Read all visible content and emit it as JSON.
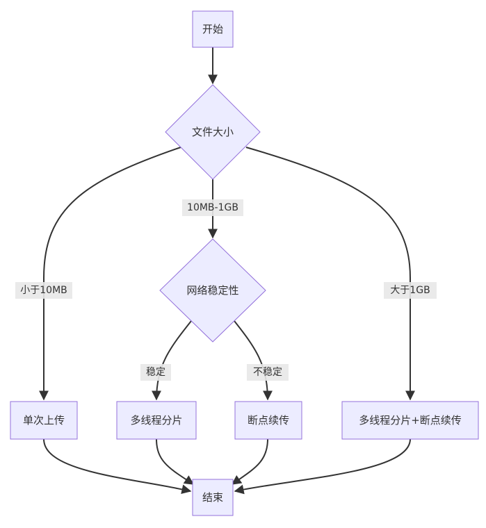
{
  "nodes": {
    "start": "开始",
    "file_size": "文件大小",
    "network": "网络稳定性",
    "single_upload": "单次上传",
    "multithread": "多线程分片",
    "resume": "断点续传",
    "multithread_resume": "多线程分片+断点续传",
    "end": "结束"
  },
  "edges": {
    "lt10": "小于10MB",
    "mid": "10MB-1GB",
    "gt1": "大于1GB",
    "stable": "稳定",
    "unstable": "不稳定"
  },
  "colors": {
    "node_fill": "#ECECFF",
    "node_stroke": "#9370DB",
    "edge": "#333333",
    "label_bg": "#e8e8e8"
  }
}
